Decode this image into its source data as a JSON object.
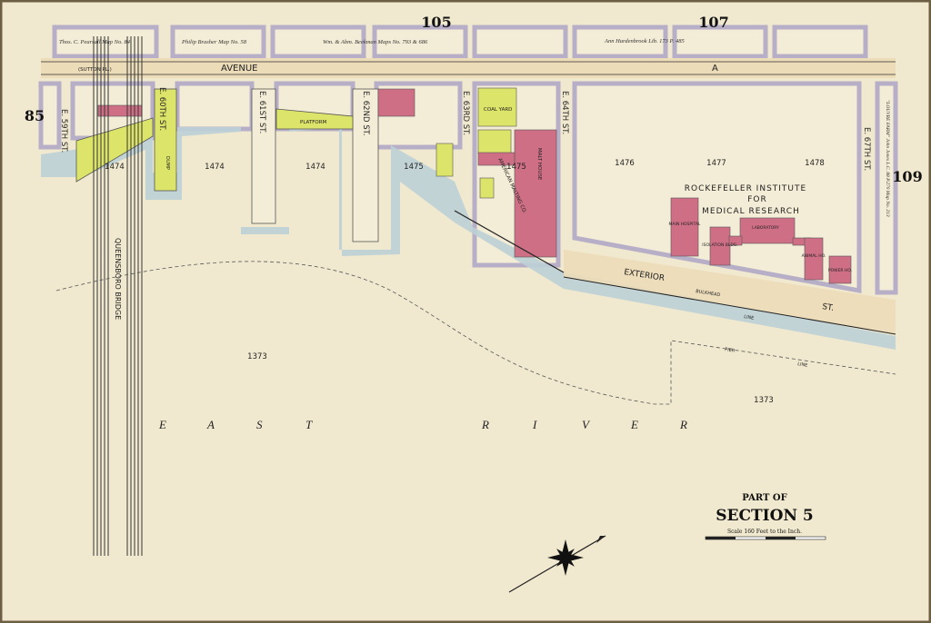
{
  "page_numbers": {
    "top_left": "105",
    "top_right": "107",
    "left": "85",
    "right": "109"
  },
  "owners": {
    "pearsall": "Thos. C. Pearsall  Map No. 84",
    "brasher": "Philip Brasher Map No. 58",
    "beekman": "Wm. & Abm. Beekman  Maps No. 793 & 686",
    "hardenbrook": "Ann Hardenbrook  Lib. 173 P. 485",
    "louvre": "\"LOUVRE FARM\" John Jones L.C. 88 P.270 Map No. 213"
  },
  "streets": {
    "avenue": "AVENUE",
    "avenue_a": "A",
    "sutton": "(SUTTON PL.)",
    "e59": "E. 59TH ST.",
    "e60": "E. 60TH ST.",
    "e61": "E. 61ST ST.",
    "e62": "E. 62ND ST.",
    "e63": "E. 63RD ST.",
    "e64": "E. 64TH ST.",
    "e67": "E. 67TH ST.",
    "exterior": "EXTERIOR",
    "exterior_st": "ST."
  },
  "blocks": [
    "1474",
    "1474",
    "1474",
    "1475",
    "1475",
    "1476",
    "1477",
    "1478",
    "1373",
    "1373"
  ],
  "features": {
    "bridge": "QUEENSBORO BRIDGE",
    "platform": "PLATFORM",
    "coal_yard": "COAL YARD",
    "malt_house": "MALT HOUSE",
    "maltings": "AMERICAN MALTING CO.",
    "dump": "DUMP",
    "institute_1": "ROCKEFELLER INSTITUTE",
    "institute_2": "FOR",
    "institute_3": "MEDICAL RESEARCH",
    "main_hospital": "MAIN HOSPITAL",
    "isolation": "ISOLATION BLDG.",
    "laboratory": "LABORATORY",
    "animal": "ANIMAL HO.",
    "power": "POWER HO.",
    "bulkhead": "BULKHEAD",
    "bulkhead_line": "LINE",
    "pier": "PIER",
    "pier_line": "LINE"
  },
  "river": [
    "E",
    "A",
    "S",
    "T",
    "R",
    "I",
    "V",
    "E",
    "R"
  ],
  "title": {
    "part_of": "PART OF",
    "section": "SECTION 5",
    "scale": "Scale 160 Feet to the Inch."
  },
  "colors": {
    "paper": "#f1e9cf",
    "water": "#bcd0d6",
    "brick": "#cf6f86",
    "frame": "#dde46a",
    "street": "#ecdcb8",
    "sidewalk": "#cfc6d6"
  }
}
